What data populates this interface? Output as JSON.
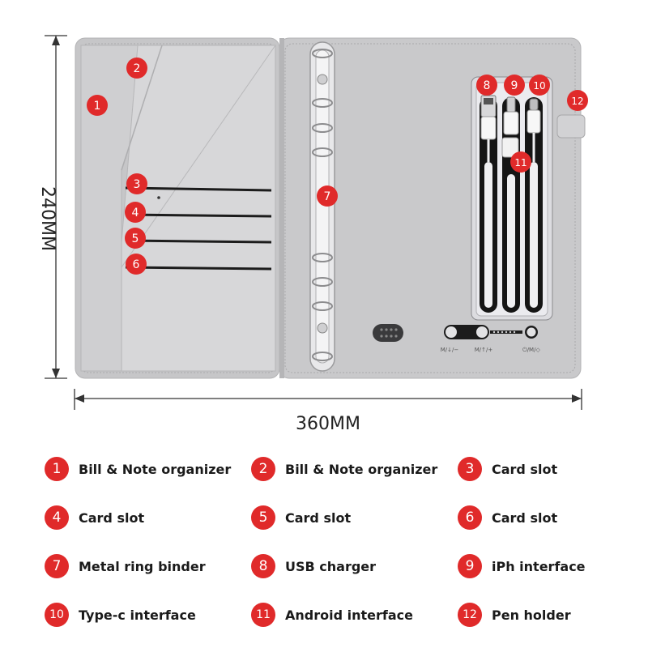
{
  "dimensions": {
    "height": "240MM",
    "width": "360MM"
  },
  "colors": {
    "badge": "#e02a2a",
    "cover": "#c9c9cb",
    "pocket": "#d6d6d8",
    "inside": "#cfcfd1"
  },
  "panel": {
    "buttons": [
      "M/↓/−",
      "M/↑/+",
      "⏻/M/◇"
    ]
  },
  "callouts": [
    {
      "num": "1",
      "label": "Bill & Note organizer"
    },
    {
      "num": "2",
      "label": "Bill & Note organizer"
    },
    {
      "num": "3",
      "label": "Card slot"
    },
    {
      "num": "4",
      "label": "Card slot"
    },
    {
      "num": "5",
      "label": "Card slot"
    },
    {
      "num": "6",
      "label": "Card slot"
    },
    {
      "num": "7",
      "label": "Metal ring binder"
    },
    {
      "num": "8",
      "label": "USB charger"
    },
    {
      "num": "9",
      "label": "iPh interface"
    },
    {
      "num": "10",
      "label": "Type-c interface"
    },
    {
      "num": "11",
      "label": "Android interface"
    },
    {
      "num": "12",
      "label": "Pen holder"
    }
  ]
}
